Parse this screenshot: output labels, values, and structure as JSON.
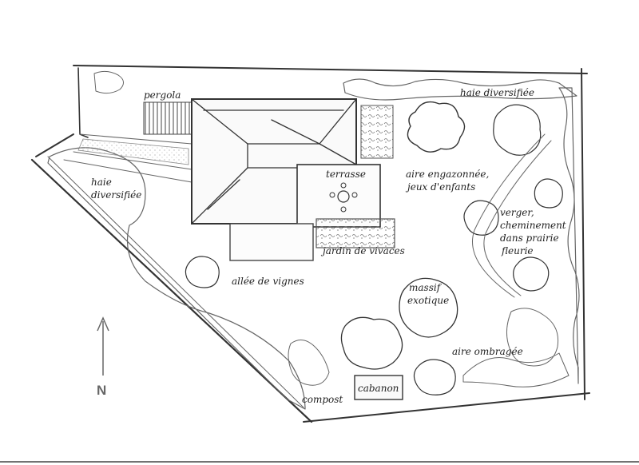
{
  "plan": {
    "labels": {
      "haie_north": "haie diversifiée",
      "pergola": "pergola",
      "haie_west_1": "haie",
      "haie_west_2": "diversifiée",
      "terrasse": "terrasse",
      "aire_engazonnee_1": "aire engazonnée,",
      "aire_engazonnee_2": "jeux d'enfants",
      "verger_1": "verger,",
      "verger_2": "cheminement",
      "verger_3": "dans prairie",
      "verger_4": "fleurie",
      "jardin_vivaces": "jardin de vivaces",
      "allee_vignes": "allée de vignes",
      "massif_1": "massif",
      "massif_2": "exotique",
      "aire_ombragee": "aire ombragée",
      "cabanon": "cabanon",
      "compost": "compost"
    },
    "north": {
      "letter": "N"
    }
  }
}
